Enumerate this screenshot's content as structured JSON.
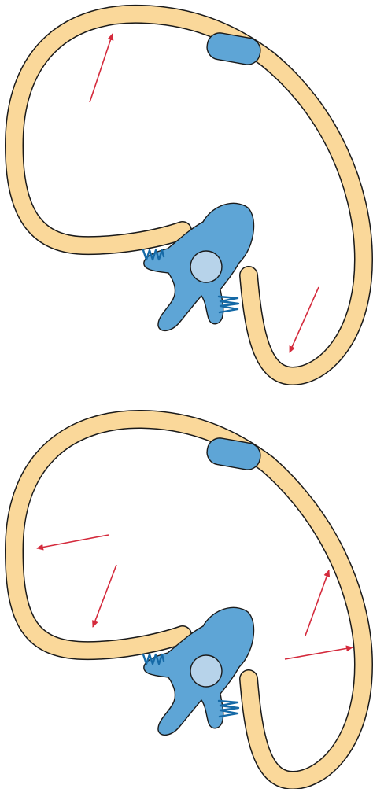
{
  "colors": {
    "band": "#fad89a",
    "band_outline": "#1a1a1a",
    "vertebra_fill": "#5ea5d6",
    "vertebral_body_fill": "#b7d3ea",
    "spring": "#1569a6",
    "arrow": "#d42a3c"
  },
  "panels": [
    {
      "id": "upper",
      "arrow_count": 2
    },
    {
      "id": "lower",
      "arrow_count": 4
    }
  ]
}
